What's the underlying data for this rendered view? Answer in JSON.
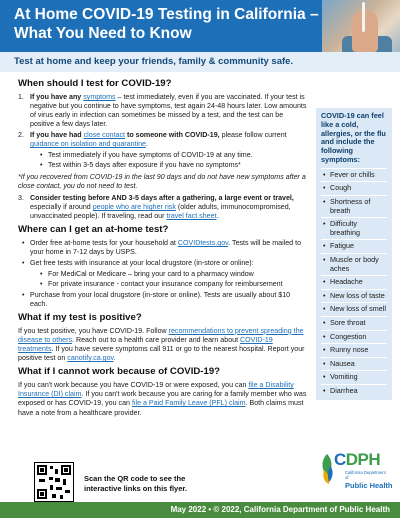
{
  "header": {
    "title": "At Home COVID-19 Testing in California – What You Need to Know",
    "tagline": "Test at home and keep your friends, family & community safe."
  },
  "section_when": {
    "heading": "When should I test for COVID-19?",
    "item1": {
      "num": "1.",
      "lead": "If you have any ",
      "link": "symptoms",
      "rest": " – test immediately, even if you are vaccinated. If your test is negative but you continue to have symptoms, test again 24-48 hours later. Low amounts of virus early in infection can sometimes be missed by a test, and the test can be positive a few days later."
    },
    "item2": {
      "num": "2.",
      "lead": "If you have had ",
      "link": "close contact",
      "bold_rest": " to someone with COVID-19,",
      "rest": " please follow current ",
      "link2": "guidance on isolation and quarantine",
      "end": ".",
      "bullets": [
        "Test immediately if you have symptoms of COVID-19 at any time.",
        "Test within 3-5 days after exposure if you have no symptoms*"
      ]
    },
    "note": "*If you recovered from COVID-19 in the last 90 days and do not have new symptoms after a close contact, you do not need to test.",
    "item3": {
      "num": "3.",
      "lead": "Consider testing before AND 3-5 days after a gathering, a large event or travel,",
      "rest": " especially if around ",
      "link": "people who are higher risk",
      "rest2": " (older adults, immunocompromised, unvaccinated people). If traveling, read our ",
      "link2": "travel fact sheet",
      "end": "."
    }
  },
  "section_where": {
    "heading": "Where can I get an at-home test?",
    "b1_pre": "Order free at-home tests for your household at ",
    "b1_link": "COVIDtests.gov",
    "b1_post": ". Tests will be mailed to your home in 7-12 days by USPS.",
    "b2": "Get free tests with insurance at your local drugstore (in-store or online):",
    "b2_sub": [
      "For MediCal or Medicare – bring your card to a pharmacy window",
      "For private insurance - contact your insurance company for reimbursement"
    ],
    "b3": "Purchase from your local drugstore (in-store or online). Tests are usually about $10 each."
  },
  "section_positive": {
    "heading": "What if my test is positive?",
    "t1": "If you test positive, you have COVID-19. Follow ",
    "l1": "recommendations to prevent spreading the disease to others",
    "t2": ". Reach out to a health care provider and learn about ",
    "l2": "COVID-19 treatments",
    "t3": ". If you have severe symptoms call 911 or go to the nearest hospital. Report your positive test on ",
    "l3": "canotify.ca.gov",
    "t4": "."
  },
  "section_work": {
    "heading": "What if I cannot work because of COVID-19?",
    "t1": "If you can't work because you have COVID-19 or were exposed, you can ",
    "l1": "file a Disability Insurance (DI) claim",
    "t2": ". If you can't work because you are caring for a family member who was exposed or has COVID-19, you can ",
    "l2": "file a Paid Family Leave (PFL) claim",
    "t3": ". Both claims must have a note from a healthcare provider."
  },
  "sidebar": {
    "heading": "COVID-19 can feel like a cold, allergies, or the flu and include the following symptoms:",
    "symptoms": [
      "Fever or chills",
      "Cough",
      "Shortness of breath",
      "Difficulty breathing",
      "Fatigue",
      "Muscle or body aches",
      "Headache",
      "New loss of taste",
      "New loss of smell",
      "Sore throat",
      "Congestion",
      "Runny nose",
      "Nausea",
      "Vomiting",
      "Diarrhea"
    ]
  },
  "qr": {
    "caption": "Scan the QR code to see the interactive links on this flyer."
  },
  "logo": {
    "c": "C",
    "dph": "DPH",
    "line1": "California Department of",
    "line2": "Public Health"
  },
  "footer": {
    "text": "May 2022 • © 2022, California Department of Public Health"
  }
}
